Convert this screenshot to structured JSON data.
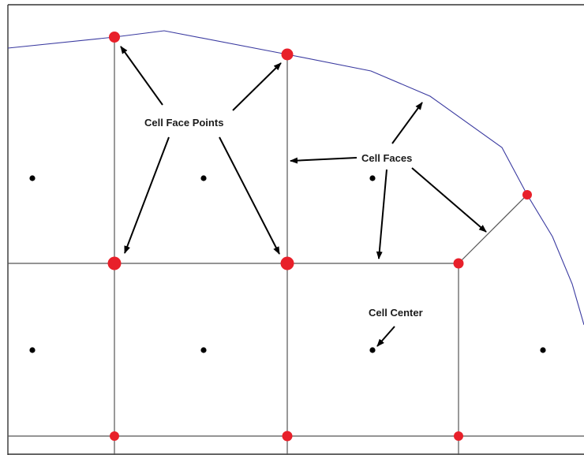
{
  "labels": {
    "face_points": "Cell Face Points",
    "faces": "Cell Faces",
    "center": "Cell Center"
  },
  "colors": {
    "face_point": "#e8202a",
    "center": "#000000",
    "boundary": "#3a3aa0",
    "grid": "#555555"
  }
}
